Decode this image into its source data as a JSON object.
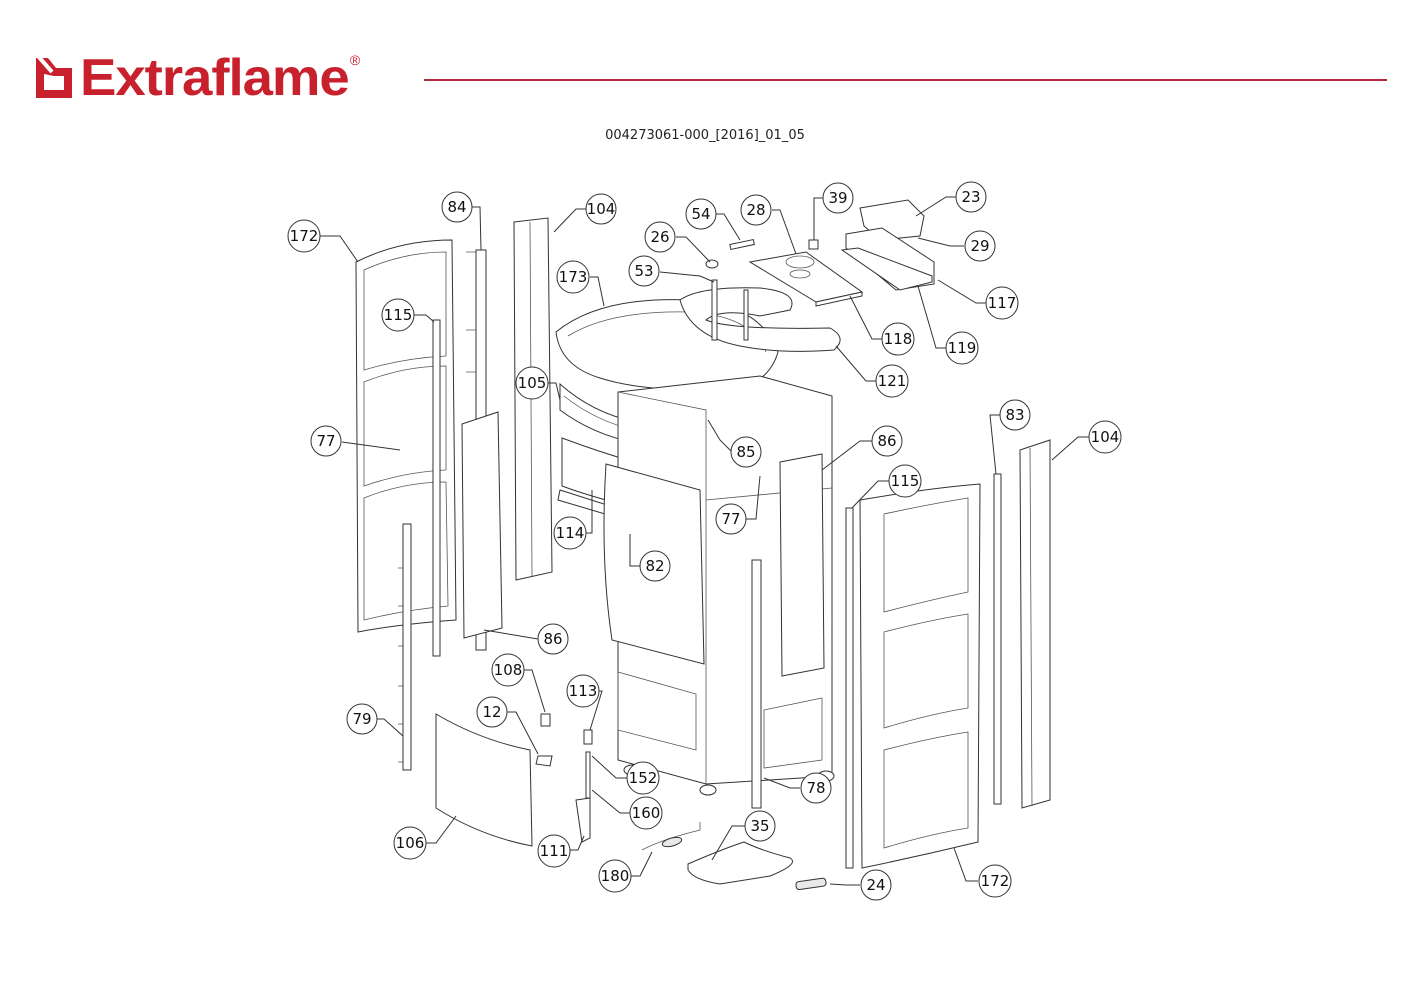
{
  "header": {
    "brand": "Extraflame",
    "registered_mark": "®",
    "brand_color": "#c8202c",
    "rule_color": "#b0283a",
    "document_code": "004273061-000_[2016]_01_05"
  },
  "diagram": {
    "type": "exploded parts view",
    "callouts": [
      {
        "id": "c172a",
        "label": "172"
      },
      {
        "id": "c84",
        "label": "84"
      },
      {
        "id": "c104a",
        "label": "104"
      },
      {
        "id": "c115a",
        "label": "115"
      },
      {
        "id": "c77a",
        "label": "77"
      },
      {
        "id": "c173",
        "label": "173"
      },
      {
        "id": "c105",
        "label": "105"
      },
      {
        "id": "c54",
        "label": "54"
      },
      {
        "id": "c26",
        "label": "26"
      },
      {
        "id": "c53",
        "label": "53"
      },
      {
        "id": "c28",
        "label": "28"
      },
      {
        "id": "c39",
        "label": "39"
      },
      {
        "id": "c23",
        "label": "23"
      },
      {
        "id": "c29",
        "label": "29"
      },
      {
        "id": "c117",
        "label": "117"
      },
      {
        "id": "c118",
        "label": "118"
      },
      {
        "id": "c119",
        "label": "119"
      },
      {
        "id": "c121",
        "label": "121"
      },
      {
        "id": "c85",
        "label": "85"
      },
      {
        "id": "c86a",
        "label": "86"
      },
      {
        "id": "c77b",
        "label": "77"
      },
      {
        "id": "c114",
        "label": "114"
      },
      {
        "id": "c82",
        "label": "82"
      },
      {
        "id": "c83",
        "label": "83"
      },
      {
        "id": "c104b",
        "label": "104"
      },
      {
        "id": "c115b",
        "label": "115"
      },
      {
        "id": "c86b",
        "label": "86"
      },
      {
        "id": "c108",
        "label": "108"
      },
      {
        "id": "c113",
        "label": "113"
      },
      {
        "id": "c12",
        "label": "12"
      },
      {
        "id": "c79",
        "label": "79"
      },
      {
        "id": "c152",
        "label": "152"
      },
      {
        "id": "c78",
        "label": "78"
      },
      {
        "id": "c160",
        "label": "160"
      },
      {
        "id": "c35",
        "label": "35"
      },
      {
        "id": "c106",
        "label": "106"
      },
      {
        "id": "c111",
        "label": "111"
      },
      {
        "id": "c180",
        "label": "180"
      },
      {
        "id": "c24",
        "label": "24"
      },
      {
        "id": "c172b",
        "label": "172"
      }
    ]
  }
}
